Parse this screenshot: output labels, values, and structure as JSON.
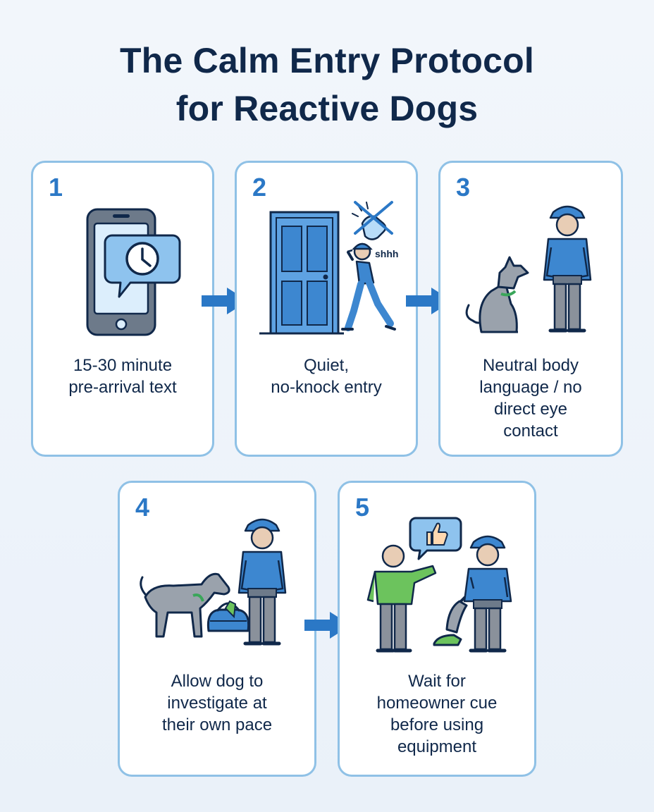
{
  "title": {
    "line1": "The Calm Entry Protocol",
    "line2": "for Reactive Dogs"
  },
  "steps": [
    {
      "number": "1",
      "caption_lines": [
        "15-30 minute",
        "pre-arrival text"
      ],
      "icon": "phone-clock-message-icon"
    },
    {
      "number": "2",
      "caption_lines": [
        "Quiet,",
        "no-knock entry"
      ],
      "icon": "door-no-knock-icon",
      "whisper": "shhh"
    },
    {
      "number": "3",
      "caption_lines": [
        "Neutral body",
        "language / no",
        "direct eye",
        "contact"
      ],
      "icon": "dog-and-technician-icon"
    },
    {
      "number": "4",
      "caption_lines": [
        "Allow dog to",
        "investigate at",
        "their own pace"
      ],
      "icon": "dog-sniffing-bag-icon"
    },
    {
      "number": "5",
      "caption_lines": [
        "Wait for",
        "homeowner cue",
        "before using",
        "equipment"
      ],
      "icon": "homeowner-thumbs-up-vacuum-icon"
    }
  ],
  "colors": {
    "navy": "#10284a",
    "accent_blue": "#2b78c6",
    "card_border": "#8fc1e6",
    "light_blue": "#8ec3ee",
    "uniform_blue": "#3d87d0",
    "pants_gray": "#8a919b",
    "dog_gray": "#9aa2ac",
    "collar_green": "#3aa65a",
    "homeowner_green": "#6cc35d"
  }
}
